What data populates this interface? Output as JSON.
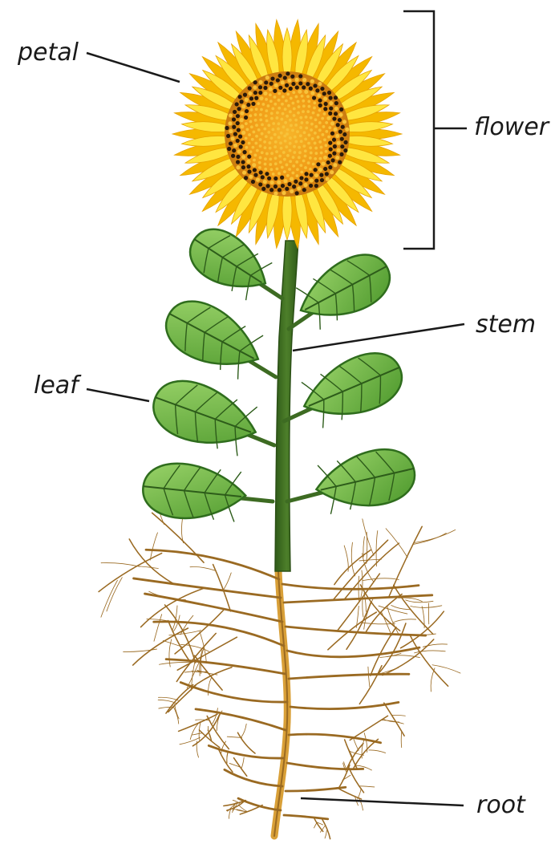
{
  "labels": {
    "petal": "petal",
    "flower": "flower",
    "stem": "stem",
    "leaf": "leaf",
    "root": "root"
  },
  "colors": {
    "petal_light": "#ffe640",
    "petal_dark": "#f5b800",
    "petal_edge": "#e6a200",
    "seed_head": "#f2a41c",
    "seed_dark": "#2a1a0a",
    "stem": "#3d6b22",
    "stem_light": "#5f8f31",
    "leaf": "#6bb543",
    "leaf_light": "#8dcc5c",
    "leaf_edge": "#2f6d1d",
    "vein": "#2d5c1a",
    "root": "#9a6a22",
    "taproot": "#d9a038",
    "line": "#1a1a1a"
  },
  "icons": {
    "sunflower": "sunflower-flower-head",
    "leaf": "green-leaf",
    "roots": "root-system"
  }
}
